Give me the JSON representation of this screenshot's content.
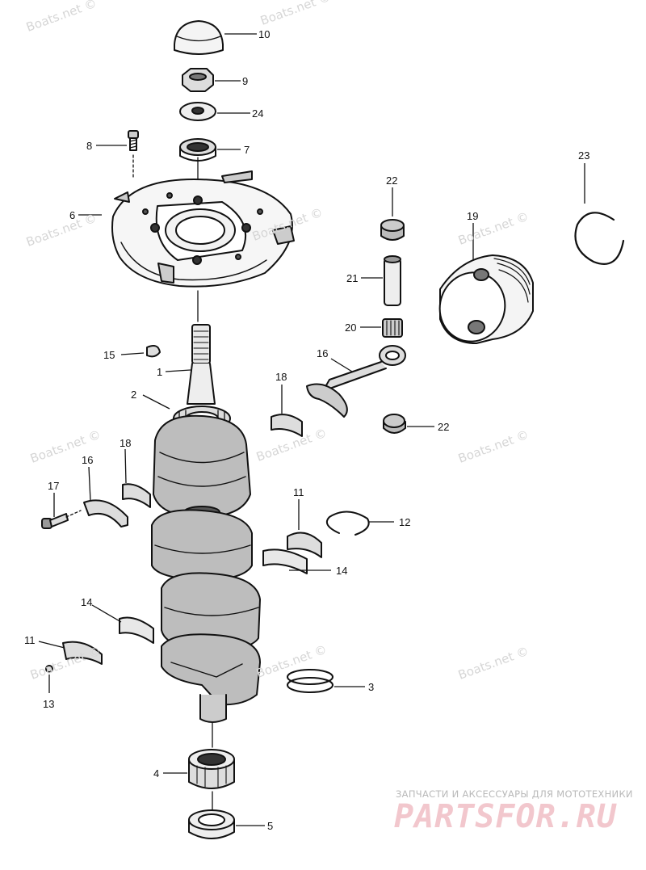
{
  "watermark": {
    "text": "Boats.net ©"
  },
  "branding": {
    "subtitle": "ЗАПЧАСТИ И АКСЕССУАРЫ ДЛЯ МОТОТЕХНИКИ",
    "logo_text": "PARTSFOR.RU"
  },
  "colors": {
    "ink": "#111111",
    "watermark": "#d6d6d6",
    "logo": "#f2c7cd"
  },
  "callouts": [
    {
      "id": "c10",
      "label": "10"
    },
    {
      "id": "c9",
      "label": "9"
    },
    {
      "id": "c24",
      "label": "24"
    },
    {
      "id": "c8",
      "label": "8"
    },
    {
      "id": "c7",
      "label": "7"
    },
    {
      "id": "c6",
      "label": "6"
    },
    {
      "id": "c23",
      "label": "23"
    },
    {
      "id": "c22a",
      "label": "22"
    },
    {
      "id": "c19",
      "label": "19"
    },
    {
      "id": "c21",
      "label": "21"
    },
    {
      "id": "c20",
      "label": "20"
    },
    {
      "id": "c16a",
      "label": "16"
    },
    {
      "id": "c15",
      "label": "15"
    },
    {
      "id": "c1",
      "label": "1"
    },
    {
      "id": "c18a",
      "label": "18"
    },
    {
      "id": "c2",
      "label": "2"
    },
    {
      "id": "c22b",
      "label": "22"
    },
    {
      "id": "c16b",
      "label": "16"
    },
    {
      "id": "c18b",
      "label": "18"
    },
    {
      "id": "c17",
      "label": "17"
    },
    {
      "id": "c11a",
      "label": "11"
    },
    {
      "id": "c12",
      "label": "12"
    },
    {
      "id": "c14a",
      "label": "14"
    },
    {
      "id": "c14b",
      "label": "14"
    },
    {
      "id": "c11b",
      "label": "11"
    },
    {
      "id": "c13",
      "label": "13"
    },
    {
      "id": "c3",
      "label": "3"
    },
    {
      "id": "c4",
      "label": "4"
    },
    {
      "id": "c5",
      "label": "5"
    }
  ]
}
